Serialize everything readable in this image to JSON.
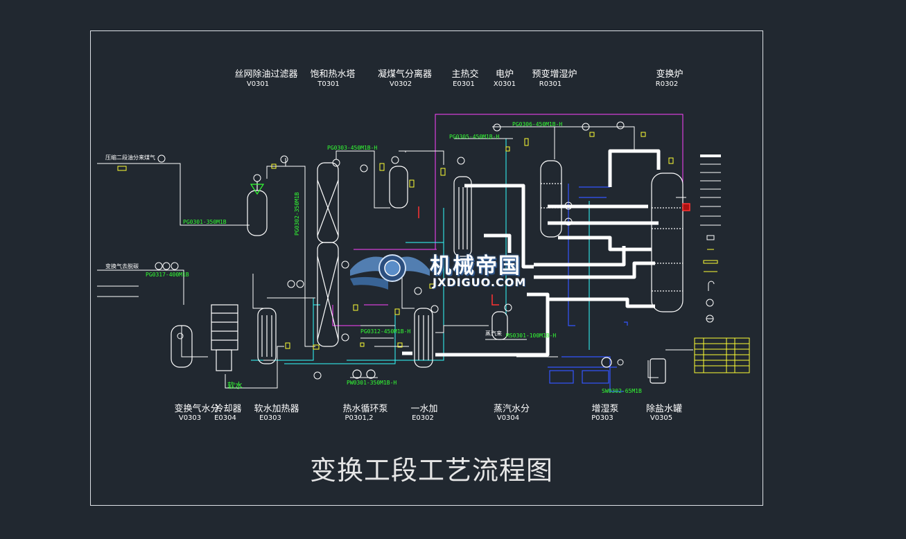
{
  "drawing_title": "变换工段工艺流程图",
  "watermark": {
    "cn": "机械帝国",
    "en": "JXDIGUO.COM"
  },
  "equipment_top": [
    {
      "name": "丝网除油过滤器",
      "tag": "V0301"
    },
    {
      "name": "饱和热水塔",
      "tag": "T0301"
    },
    {
      "name": "凝煤气分离器",
      "tag": "V0302"
    },
    {
      "name": "主热交",
      "tag": "E0301"
    },
    {
      "name": "电炉",
      "tag": "X0301"
    },
    {
      "name": "预变增湿炉",
      "tag": "R0301"
    },
    {
      "name": "变换炉",
      "tag": "R0302"
    }
  ],
  "equipment_bottom": [
    {
      "name": "变换气水分",
      "tag": "V0303"
    },
    {
      "name": "冷却器",
      "tag": "E0304"
    },
    {
      "name": "软水加热器",
      "tag": "E0303"
    },
    {
      "name": "热水循环泵",
      "tag": "P0301,2"
    },
    {
      "name": "一水加",
      "tag": "E0302"
    },
    {
      "name": "蒸汽水分",
      "tag": "V0304"
    },
    {
      "name": "增湿泵",
      "tag": "P0303"
    },
    {
      "name": "除盐水罐",
      "tag": "V0305"
    }
  ],
  "line_labels": {
    "pg0301": "PG0301-350M1B",
    "pg0302": "PG0302-350M1B",
    "pg0303": "PG0303-450M1B-H",
    "pg0305": "PG0305-450M1B-H",
    "pg0306": "PG0306-450M1B-H",
    "pg0312": "PG0312-450M1B-H",
    "pw0301": "PW0301-350M1B-H",
    "ms0301": "MS0301-100M1B-H",
    "pg0317": "PG0317-400M1B",
    "sw0302": "SW0302-65M1B"
  },
  "inlet_labels": {
    "compressor": "压缩二段油分来煤气",
    "shift_gas": "变换气去脱碳",
    "steam_in": "蒸汽来",
    "soft_water": "软水"
  },
  "colors": {
    "background": "#212830",
    "frame": "#dfe3e8",
    "process_line": "#ffffff",
    "green_label": "#33ff33",
    "cyan_line": "#33ffff",
    "magenta_line": "#ff44ff",
    "blue_line": "#3355ff",
    "yellow": "#ffff33",
    "red": "#ff3333"
  }
}
